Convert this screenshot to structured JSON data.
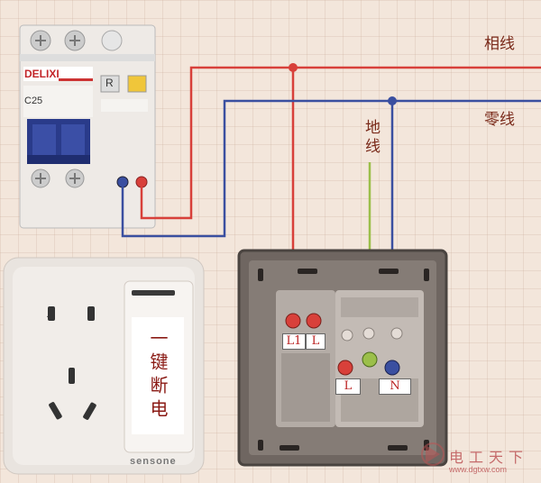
{
  "labels": {
    "phase": "相线",
    "neutral": "零线",
    "ground": "地线"
  },
  "breaker": {
    "brand": "DELIXI",
    "rating": "C25",
    "r_button": "R"
  },
  "switch_panel": {
    "text": "一键断电",
    "brand": "sensone"
  },
  "terminals": {
    "l1": "L1",
    "l": "L",
    "l_bottom": "L",
    "n": "N"
  },
  "watermark": {
    "cn": "电工天下",
    "url": "www.dgtxw.com"
  },
  "colors": {
    "phase_wire": "#d8403a",
    "neutral_wire": "#3a4fa0",
    "ground_wire": "#9bbf4a"
  }
}
